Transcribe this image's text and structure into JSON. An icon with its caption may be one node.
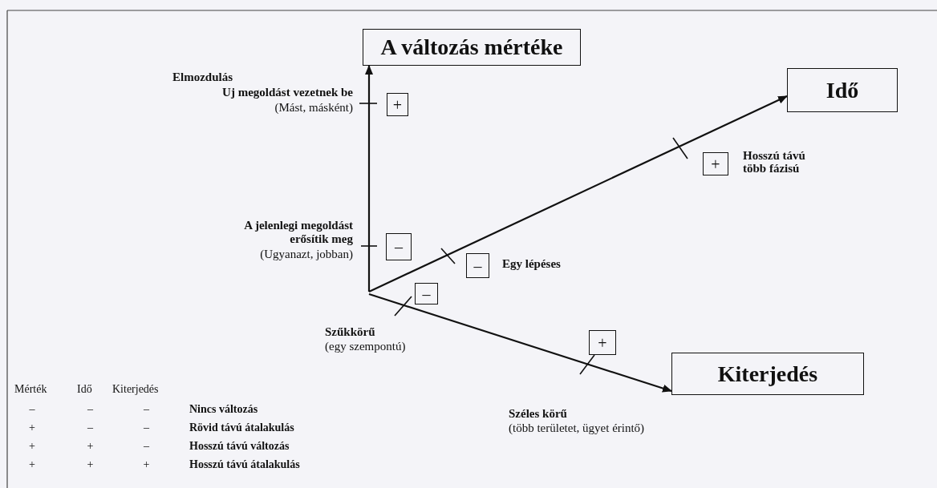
{
  "diagram": {
    "nodes": [
      {
        "text": [
          "A változás mértéke"
        ]
      },
      {
        "text": [
          "+"
        ]
      },
      {
        "text": [
          "Idő"
        ]
      },
      {
        "text": [
          "+"
        ],
        "beside": [
          "Hosszú távú több fázisú"
        ]
      },
      {
        "text": [
          "–"
        ]
      },
      {
        "text": [
          "–"
        ],
        "beside": [
          "Egy lépéses"
        ]
      },
      {
        "text": [
          "–"
        ]
      },
      {
        "text": [
          "+"
        ]
      },
      {
        "text": [
          "Kiterjedés"
        ]
      }
    ],
    "edges": [
      {
        "from": null,
        "to": 0,
        "arrow": "to"
      },
      {
        "from": null,
        "to": 2,
        "arrow": "to"
      },
      {
        "from": null,
        "to": 8,
        "arrow": "to"
      }
    ],
    "labels": [
      "Elmozdulás",
      "Uj megoldást vezetnek be",
      "(Mást, másként)",
      "A jelenlegi megoldást erősítik meg",
      "(Ugyanazt, jobban)",
      "Szűkkörű",
      "(egy szempontú)",
      "Széles körű",
      "(több területet, ügyet érintő)",
      "Mérték",
      "Idő",
      "Kiterjedés",
      "–",
      "–",
      "–",
      "Nincs változás",
      "+",
      "–",
      "–",
      "Rövid távú átalakulás",
      "+",
      "+",
      "–",
      "Hosszú távú változás",
      "+",
      "+",
      "+",
      "Hosszú távú átalakulás"
    ]
  }
}
